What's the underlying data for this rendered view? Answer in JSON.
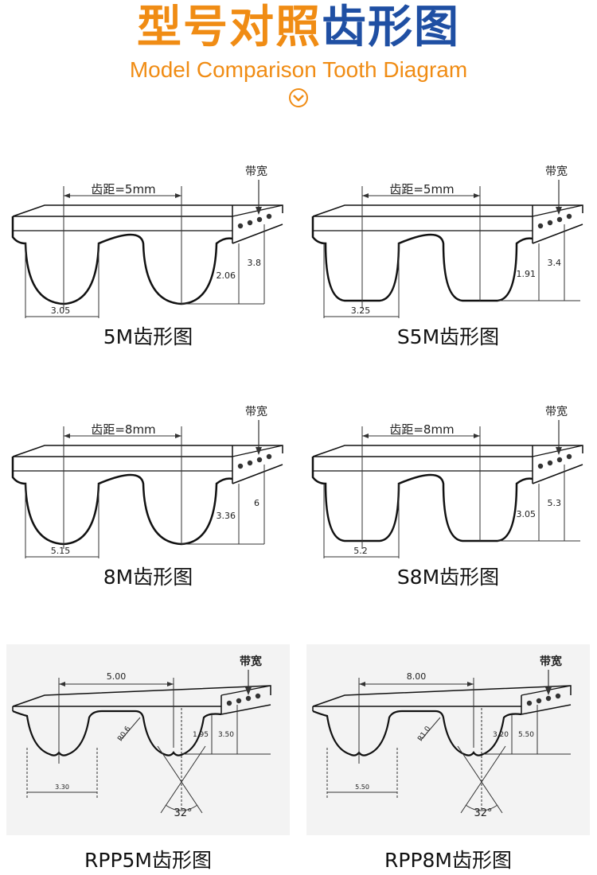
{
  "header": {
    "title_part1": "型号对照",
    "title_part2": "齿形图",
    "subtitle": "Model Comparison Tooth Diagram",
    "accent_color": "#f08c14",
    "brand_color": "#1f4fa3"
  },
  "diagrams": [
    {
      "caption": "5M齿形图",
      "pitch_label": "齿距=5mm",
      "width_label": "带宽",
      "tooth_width": "3.05",
      "tooth_height": "2.06",
      "total_height": "3.8"
    },
    {
      "caption": "S5M齿形图",
      "pitch_label": "齿距=5mm",
      "width_label": "带宽",
      "tooth_width": "3.25",
      "tooth_height": "1.91",
      "total_height": "3.4"
    },
    {
      "caption": "8M齿形图",
      "pitch_label": "齿距=8mm",
      "width_label": "带宽",
      "tooth_width": "5.15",
      "tooth_height": "3.36",
      "total_height": "6"
    },
    {
      "caption": "S8M齿形图",
      "pitch_label": "齿距=8mm",
      "width_label": "带宽",
      "tooth_width": "5.2",
      "tooth_height": "3.05",
      "total_height": "5.3"
    },
    {
      "caption": "RPP5M齿形图",
      "pitch_label": "5.00",
      "width_label": "带宽",
      "tooth_width": "3.30",
      "tooth_height": "1.95",
      "total_height": "3.50",
      "radius_label": "R0.6",
      "angle_label": "32°"
    },
    {
      "caption": "RPP8M齿形图",
      "pitch_label": "8.00",
      "width_label": "带宽",
      "tooth_width": "5.50",
      "tooth_height": "3.20",
      "total_height": "5.50",
      "radius_label": "R1.0",
      "angle_label": "32°"
    }
  ]
}
